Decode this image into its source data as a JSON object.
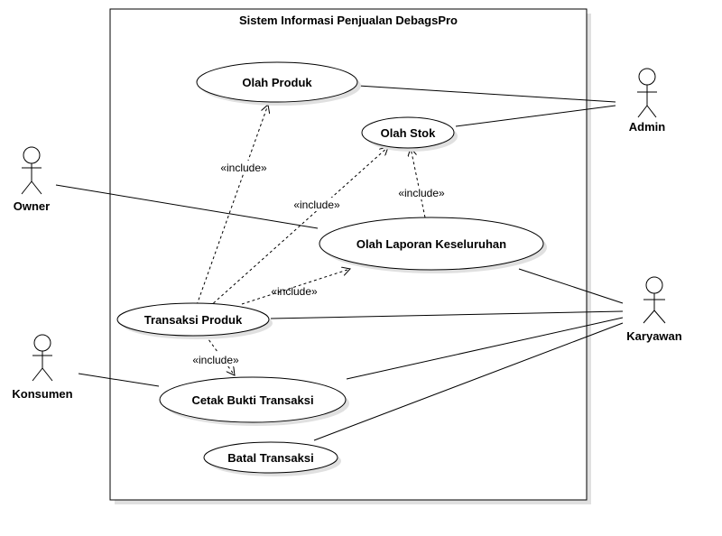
{
  "system": {
    "title": "Sistem Informasi Penjualan DebagsPro"
  },
  "actors": {
    "admin": "Admin",
    "owner": "Owner",
    "karyawan": "Karyawan",
    "konsumen": "Konsumen"
  },
  "use_cases": {
    "olah_produk": "Olah Produk",
    "olah_stok": "Olah Stok",
    "olah_laporan": "Olah Laporan Keseluruhan",
    "transaksi_produk": "Transaksi Produk",
    "cetak_bukti": "Cetak Bukti Transaksi",
    "batal_transaksi": "Batal Transaksi"
  },
  "relations": {
    "include_label": "«include»"
  },
  "colors": {
    "line": "#000000",
    "shadow": "#e0e0e0",
    "fill": "#ffffff"
  }
}
